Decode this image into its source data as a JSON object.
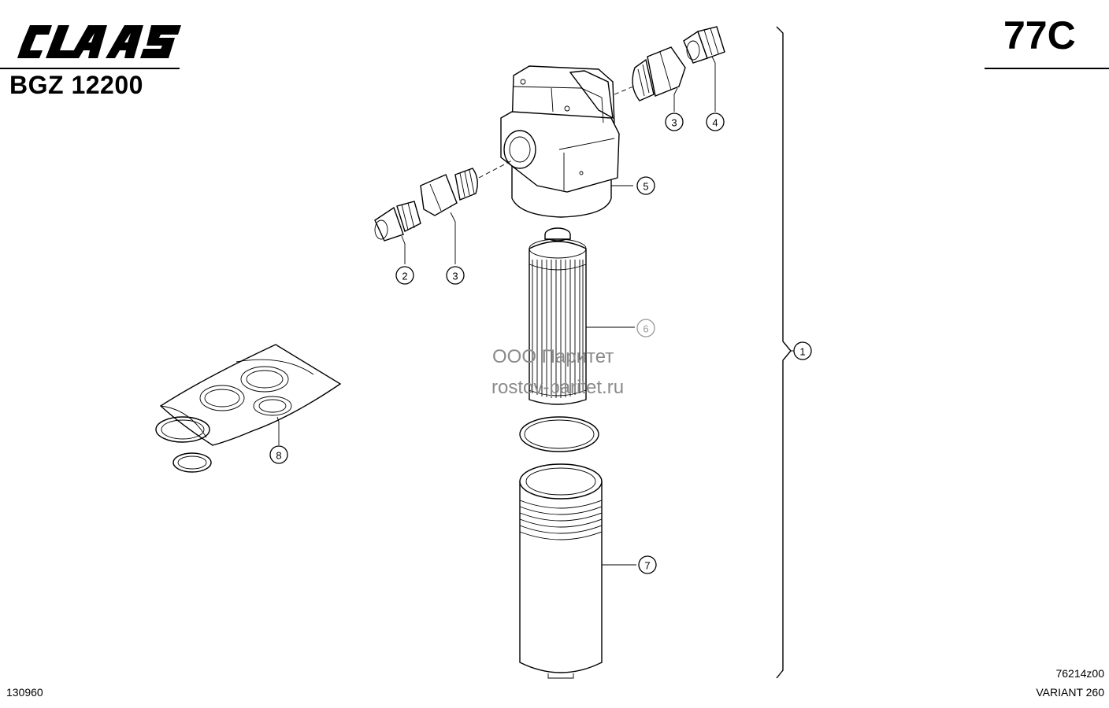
{
  "header": {
    "brand": "CLAAS",
    "model_code": "BGZ 12200",
    "page_code": "77C"
  },
  "footer": {
    "doc_number": "130960",
    "drawing_code": "76214z00",
    "variant": "VARIANT 260"
  },
  "watermark": {
    "line1": "ООО Паритет",
    "line2": "rostov-paritet.ru"
  },
  "callouts": {
    "c1": "1",
    "c2": "2",
    "c3a": "3",
    "c3b": "3",
    "c4": "4",
    "c5": "5",
    "c6": "6",
    "c7": "7",
    "c8": "8"
  }
}
